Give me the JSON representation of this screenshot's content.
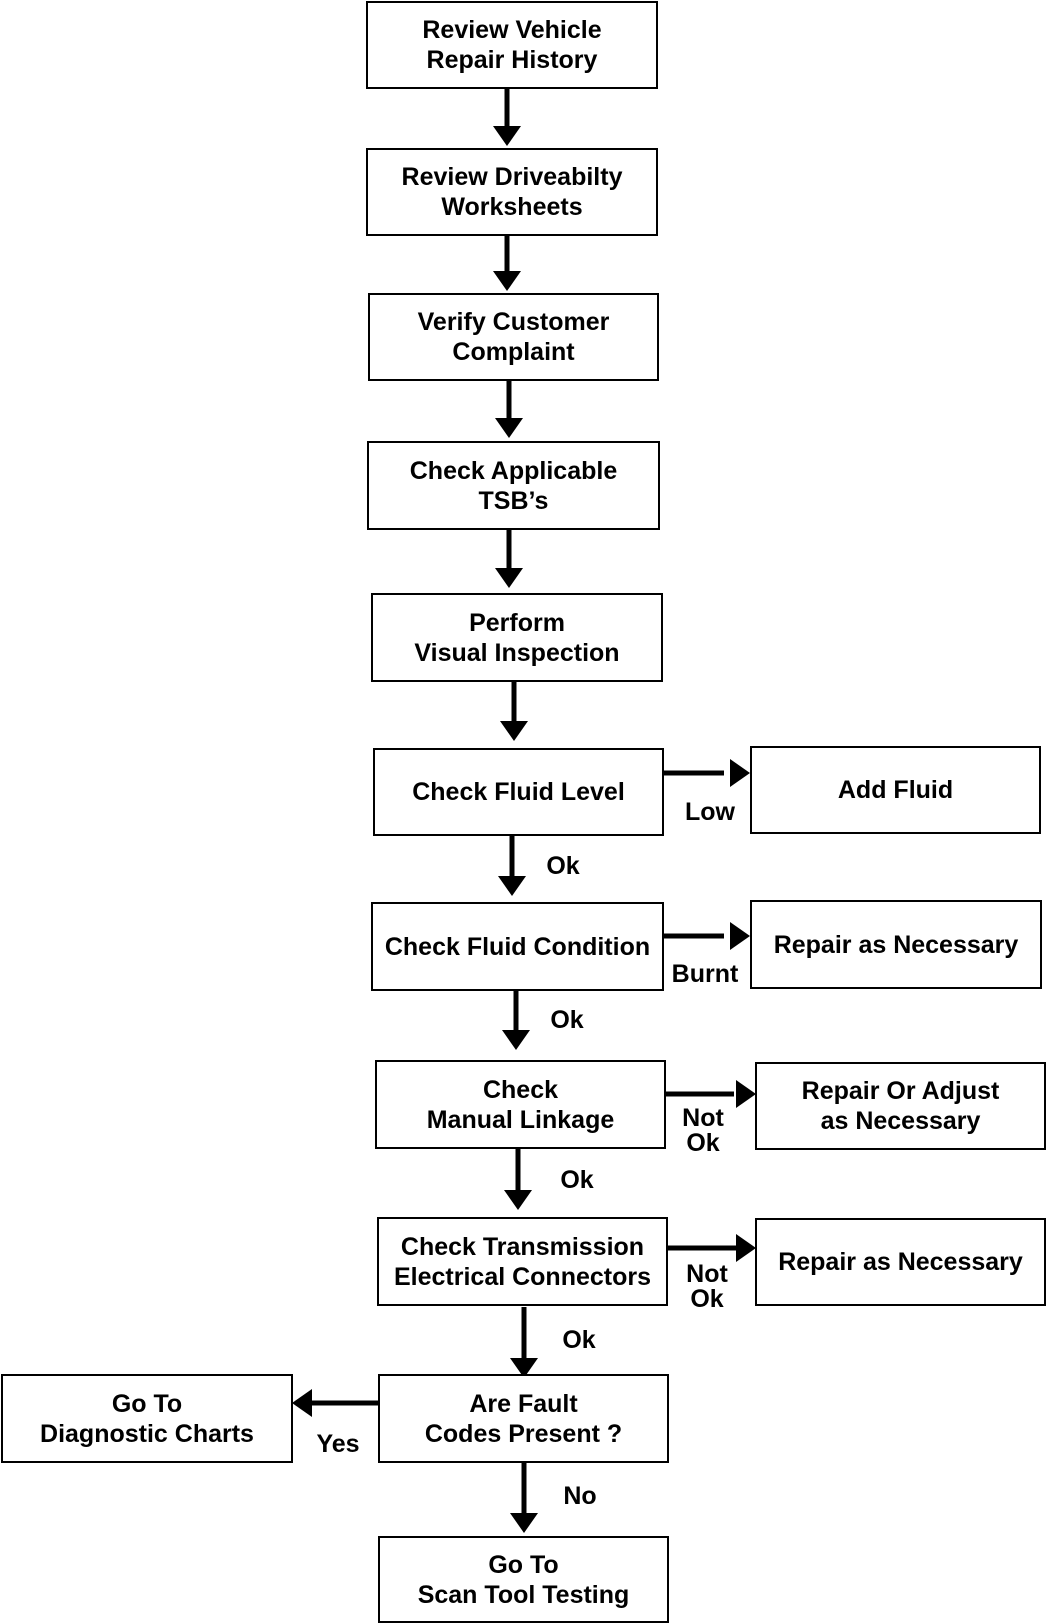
{
  "steps": {
    "review_history": "Review Vehicle\nRepair History",
    "review_worksheets": "Review Driveabilty\nWorksheets",
    "verify_complaint": "Verify Customer\nComplaint",
    "check_tsb": "Check Applicable\nTSB’s",
    "visual_inspection": "Perform\nVisual Inspection",
    "check_fluid_level": "Check Fluid Level",
    "check_fluid_condition": "Check Fluid Condition",
    "check_linkage": "Check\nManual Linkage",
    "check_connectors": "Check Transmission\nElectrical Connectors",
    "fault_codes": "Are Fault\nCodes Present ?",
    "scan_tool": "Go To\nScan Tool Testing"
  },
  "side_actions": {
    "add_fluid": "Add Fluid",
    "repair_burnt": "Repair as Necessary",
    "repair_adjust": "Repair Or Adjust\nas Necessary",
    "repair_connectors": "Repair as Necessary",
    "diagnostic_charts": "Go To\nDiagnostic Charts"
  },
  "edge_labels": {
    "low": "Low",
    "ok1": "Ok",
    "burnt": "Burnt",
    "ok2": "Ok",
    "not_ok1": "Not\nOk",
    "ok3": "Ok",
    "not_ok2": "Not\nOk",
    "ok4": "Ok",
    "yes": "Yes",
    "no": "No"
  }
}
